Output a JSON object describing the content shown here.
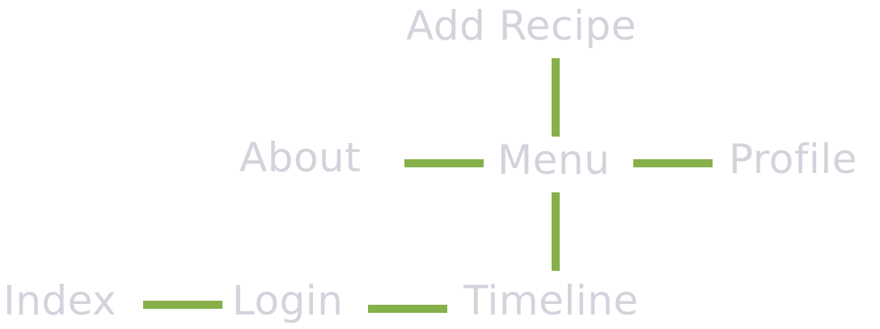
{
  "colors": {
    "node_text": "#d4d3dc",
    "edge": "#86b04a",
    "background": "#ffffff"
  },
  "nodes": {
    "add_recipe": "Add Recipe",
    "about": "About",
    "menu": "Menu",
    "profile": "Profile",
    "index": "Index",
    "login": "Login",
    "timeline": "Timeline"
  },
  "edges": [
    {
      "from": "Menu",
      "to": "Add Recipe"
    },
    {
      "from": "About",
      "to": "Menu"
    },
    {
      "from": "Menu",
      "to": "Profile"
    },
    {
      "from": "Menu",
      "to": "Timeline"
    },
    {
      "from": "Index",
      "to": "Login"
    },
    {
      "from": "Login",
      "to": "Timeline"
    }
  ]
}
